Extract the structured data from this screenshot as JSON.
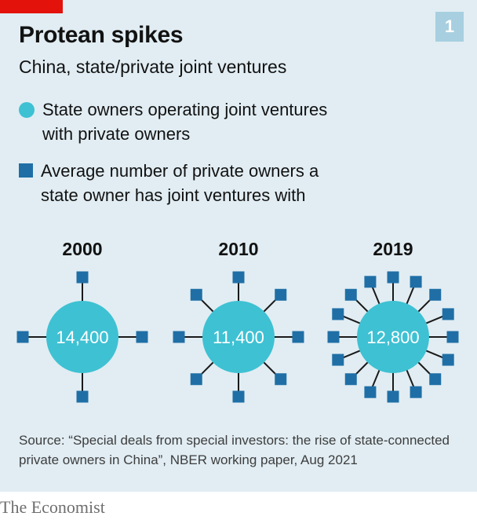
{
  "chart_number": "1",
  "chart_data": {
    "type": "other",
    "title": "Protean spikes",
    "subtitle": "China, state/private joint ventures",
    "legend": [
      {
        "label": "State owners operating joint ventures with private owners",
        "marker": "circle",
        "color": "#3ec1d3"
      },
      {
        "label": "Average number of private owners a state owner has joint ventures with",
        "marker": "square",
        "color": "#1f6fa6"
      }
    ],
    "categories": [
      "2000",
      "2010",
      "2019"
    ],
    "state_owners": [
      14400,
      11400,
      12800
    ],
    "state_owner_labels": [
      "14,400",
      "11,400",
      "12,800"
    ],
    "avg_private_owners": [
      4,
      8,
      16
    ]
  },
  "colors": {
    "circle": "#3ec1d3",
    "square": "#1f6fa6",
    "spoke": "#1a1a1a",
    "background": "#e1edf3"
  },
  "source": "Source: “Special deals from special investors: the rise of state-connected private owners in China”, NBER working paper, Aug 2021",
  "brand": "The Economist"
}
